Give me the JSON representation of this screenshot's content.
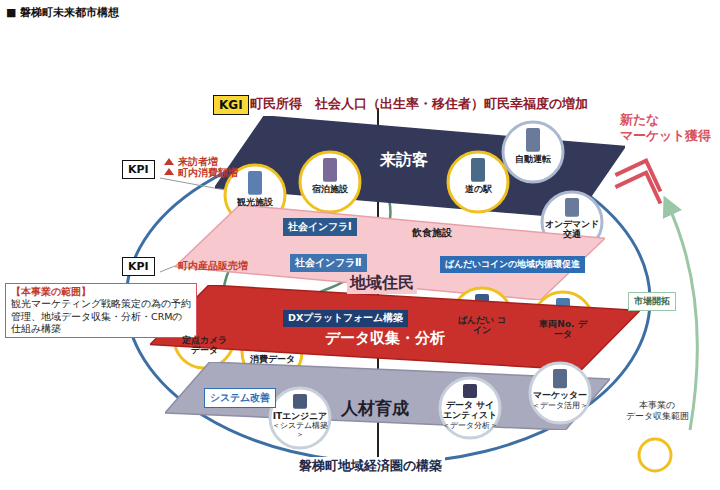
{
  "diagram": {
    "title": "■ 磐梯町未来都市構想",
    "nodes": [
      {
        "text": [
          "KGI"
        ]
      },
      {
        "text": [
          "KPI"
        ]
      },
      {
        "text": [
          "来訪客"
        ]
      },
      {
        "text": [
          "自動運転"
        ]
      },
      {
        "text": [
          "観光施設"
        ]
      },
      {
        "text": [
          "宿泊施設"
        ]
      },
      {
        "text": [
          "道の駅"
        ]
      },
      {
        "text": [
          "社会インフラⅠ"
        ]
      },
      {
        "text": [
          "オンデマンド 交通"
        ]
      },
      {
        "text": [
          "KPI"
        ]
      },
      {
        "text": [
          "社会インフラⅡ"
        ]
      },
      {
        "text": [
          "地域住民"
        ]
      },
      {
        "text": [
          "ばんだいコインの地域内循環促進"
        ]
      },
      {
        "text": [
          "市場開拓"
        ]
      },
      {
        "text": [
          "【本事業の範囲】",
          "観光マーケティング戦略策定の為の予約管理、地域データ収集・分析・CRMの仕組み構築"
        ]
      },
      {
        "text": [
          "DXプラットフォーム構築"
        ]
      },
      {
        "text": [
          "定点カメラ データ"
        ]
      },
      {
        "text": [
          "ばんだい コイン"
        ]
      },
      {
        "text": [
          "車両No. データ"
        ]
      },
      {
        "text": [
          "消費データ"
        ]
      },
      {
        "text": [
          "データ収集・分析"
        ]
      },
      {
        "text": [
          "システム改善"
        ]
      },
      {
        "text": [
          "人材育成"
        ]
      },
      {
        "text": [
          "マーケッター",
          "＜データ活用＞"
        ]
      },
      {
        "text": [
          "データ サイエンティスト",
          "＜データ分析＞"
        ]
      },
      {
        "text": [
          "ITエンジニア",
          "＜システム構築＞"
        ]
      }
    ],
    "edges": [
      {
        "from": 25,
        "to": 24,
        "arrow": "to"
      },
      {
        "from": 24,
        "to": 23,
        "arrow": "to"
      }
    ],
    "labels": [
      "町民所得　社会人口（出生率・移住者）町民幸福度の増加",
      "来訪者増 町内消費額増",
      "町内産品販売増",
      "飲食施設",
      "新たな マーケット獲得",
      "磐梯町地域経済圏の構築"
    ],
    "legend": [
      {
        "text": "本事業の データ収集範囲"
      }
    ]
  }
}
